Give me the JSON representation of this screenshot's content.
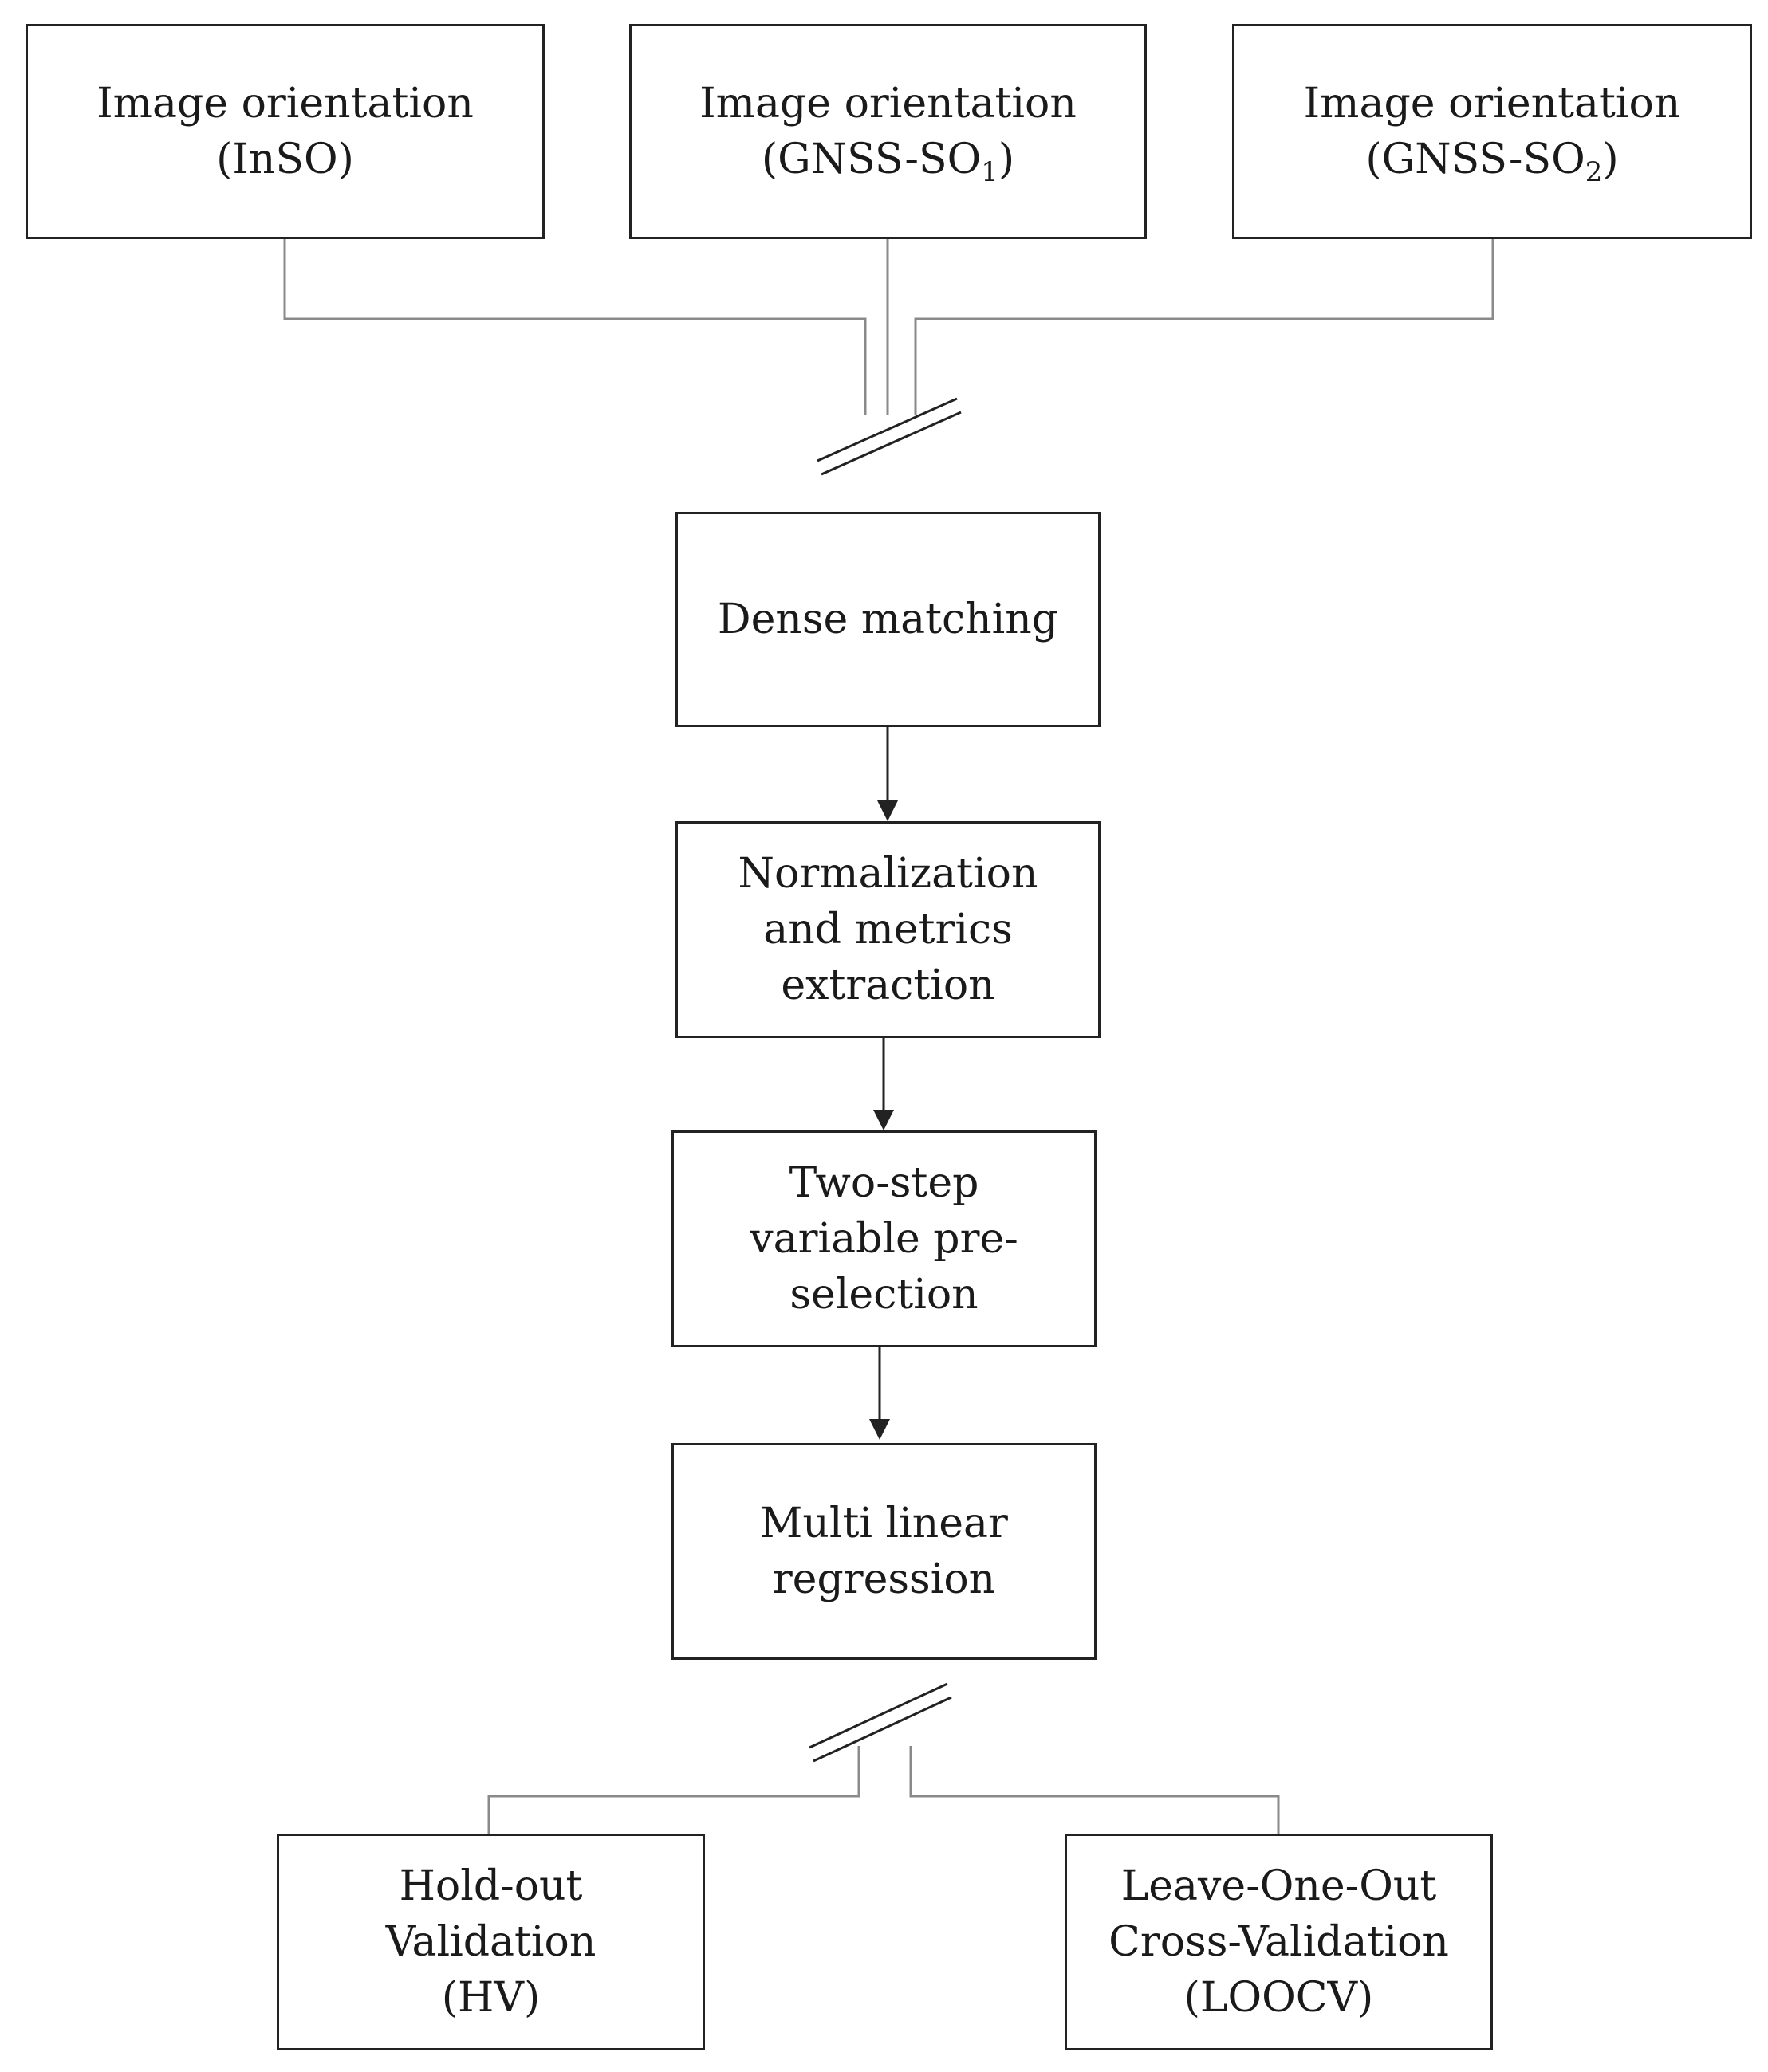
{
  "inputs": [
    {
      "line1": "Image orientation",
      "line2_pre": "(InSO)",
      "line2_sub": "",
      "line2_post": ""
    },
    {
      "line1": "Image orientation",
      "line2_pre": "(GNSS-SO",
      "line2_sub": "1",
      "line2_post": ")"
    },
    {
      "line1": "Image orientation",
      "line2_pre": "(GNSS-SO",
      "line2_sub": "2",
      "line2_post": ")"
    }
  ],
  "steps": {
    "dense_matching": [
      "Dense matching"
    ],
    "normalization": [
      "Normalization",
      "and metrics",
      "extraction"
    ],
    "preselection": [
      "Two-step",
      "variable pre-",
      "selection"
    ],
    "regression": [
      "Multi linear",
      "regression"
    ]
  },
  "outputs": {
    "holdout": [
      "Hold-out",
      "Validation",
      "(HV)"
    ],
    "loocv": [
      "Leave-One-Out",
      "Cross-Validation",
      "(LOOCV)"
    ]
  },
  "colors": {
    "box_border": "#222222",
    "connector": "#8a8a8a",
    "arrow": "#222222"
  }
}
